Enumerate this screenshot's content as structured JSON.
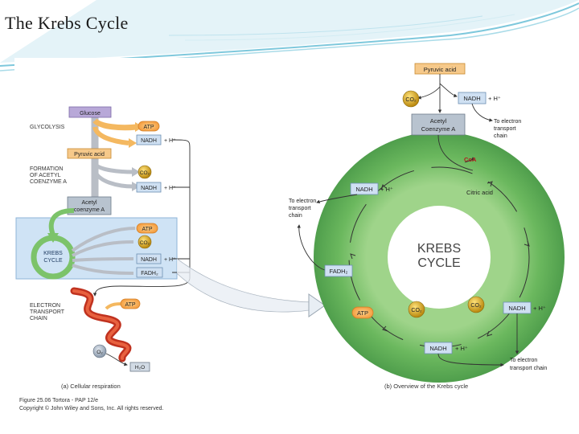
{
  "slide": {
    "title": "The Krebs Cycle"
  },
  "colors": {
    "accent": "#7ec8dc",
    "cycle_green": "#5fae5a",
    "box_blue": "#cfe0f2",
    "glucose_purple": "#b8a8d8",
    "arrow_orange": "#f4b860",
    "co2_gold": "#c8a020",
    "atp_orange": "#f6a04a"
  },
  "left": {
    "glucose": "Glucose",
    "glycolysis": "GLYCOLYSIS",
    "atp": "ATP",
    "nadh": "NADH",
    "plus_h": "+ H⁺",
    "pyruvic": "Pyruvic acid",
    "formation": [
      "FORMATION",
      "OF ACETYL",
      "COENZYME A"
    ],
    "co2": "CO₂",
    "acetyl": [
      "Acetyl",
      "coenzyme A"
    ],
    "krebs": [
      "KREBS",
      "CYCLE"
    ],
    "fadh2": "FADH₂",
    "etc": [
      "ELECTRON",
      "TRANSPORT",
      "CHAIN"
    ],
    "o2": "O₂",
    "h2o": "H₂O",
    "caption": "(a) Cellular respiration"
  },
  "right": {
    "pyruvic": "Pyruvic acid",
    "co2": "CO₂",
    "nadh": "NADH",
    "plus_h": "+ H⁺",
    "acetyl": [
      "Acetyl",
      "Coenzyme A"
    ],
    "to_etc": [
      "To electron",
      "transport",
      "chain"
    ],
    "coa": "CoA",
    "citric": "Citric acid",
    "to_etc_left": [
      "To electron",
      "transport",
      "chain"
    ],
    "krebs": [
      "KREBS",
      "CYCLE"
    ],
    "fadh2": "FADH₂",
    "atp": "ATP",
    "to_etc_bottom": [
      "To electron",
      "transport chain"
    ],
    "caption": "(b) Overview of the Krebs cycle"
  },
  "credit": [
    "Figure 25.06 Tortora - PAP 12/e",
    "Copyright © John Wiley and Sons, Inc. All rights reserved."
  ]
}
